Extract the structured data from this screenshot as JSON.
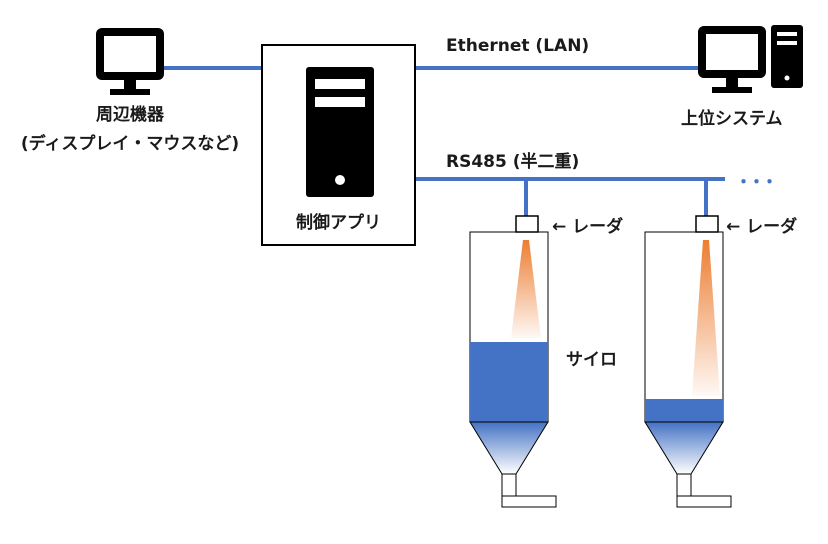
{
  "labels": {
    "peripherals_line1": "周辺機器",
    "peripherals_line2": "(ディスプレイ・マウスなど)",
    "control_app": "制御アプリ",
    "ethernet": "Ethernet (LAN)",
    "host_system": "上位システム",
    "rs485": "RS485 (半二重)",
    "ellipsis": "・・・",
    "radar_1": "← レーダ",
    "radar_2": "← レーダ",
    "silo": "サイロ"
  },
  "silos": [
    {
      "fill_level": 0.42
    },
    {
      "fill_level": 0.12
    }
  ],
  "colors": {
    "line": "#4472c4",
    "material": "#4472c4",
    "beam": "#ed7d31",
    "icon": "#000000"
  }
}
